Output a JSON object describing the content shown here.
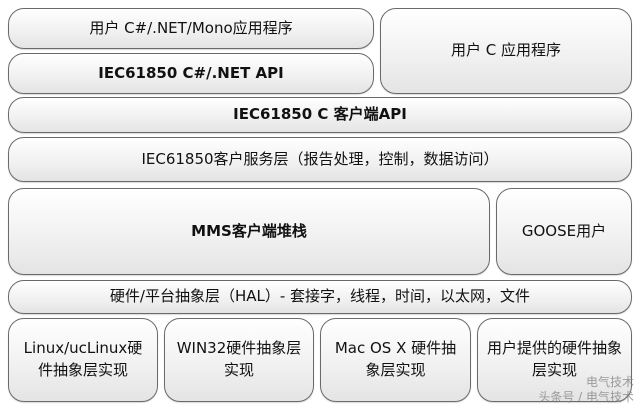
{
  "layers": {
    "csharp_app": "用户 C#/.NET/Mono应用程序",
    "csharp_api": "IEC61850 C#/.NET API",
    "c_app": "用户 C 应用程序",
    "c_client_api": "IEC61850 C 客户端API",
    "client_service": "IEC61850客户服务层（报告处理，控制，数据访问）",
    "mms_stack": "MMS客户端堆栈",
    "goose_user": "GOOSE用户",
    "hal": "硬件/平台抽象层（HAL）- 套接字，线程，时间，以太网，文件",
    "hal_impls": [
      "Linux/ucLinux硬件抽象层实现",
      "WIN32硬件抽象层实现",
      "Mac OS X 硬件抽象层实现",
      "用户提供的硬件抽象层实现"
    ]
  },
  "watermark": {
    "line1": "电气技术",
    "line2": "头条号 / 电气技术"
  }
}
